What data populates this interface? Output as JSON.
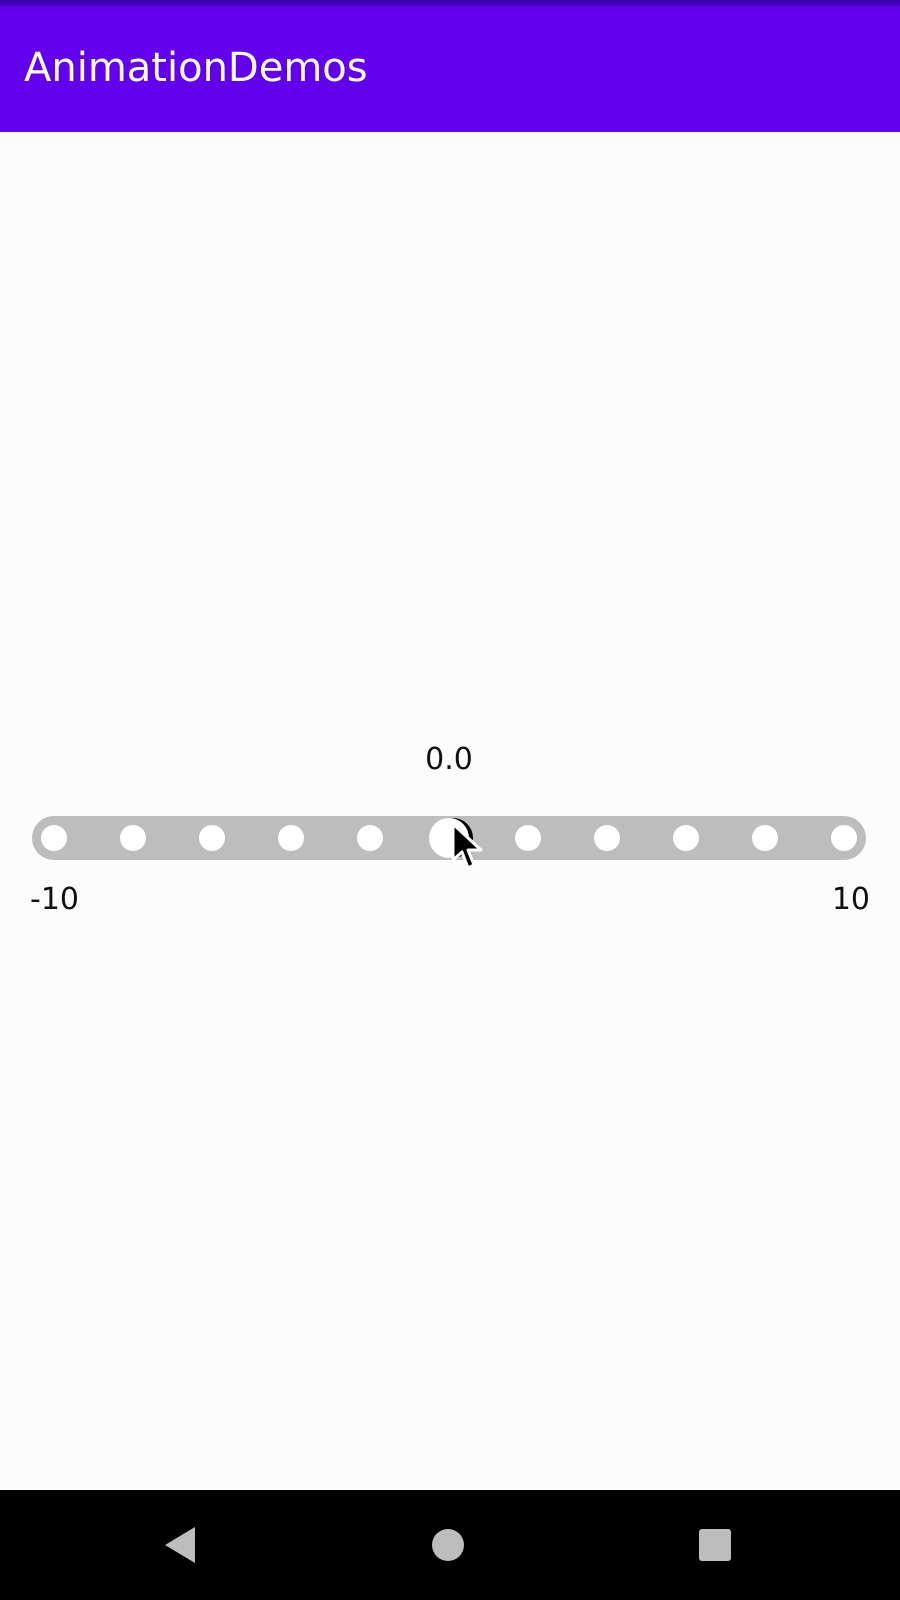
{
  "app_bar": {
    "title": "AnimationDemos",
    "color": "#6200ee"
  },
  "slider": {
    "value_label": "0.0",
    "min_label": "-10",
    "max_label": "10",
    "min": -10,
    "max": 10,
    "value": 0,
    "steps": 11,
    "track_color": "#bdbdbd",
    "dot_color": "#ffffff"
  },
  "nav_bar": {
    "back_icon": "back-triangle-icon",
    "home_icon": "home-circle-icon",
    "recents_icon": "recents-square-icon"
  }
}
